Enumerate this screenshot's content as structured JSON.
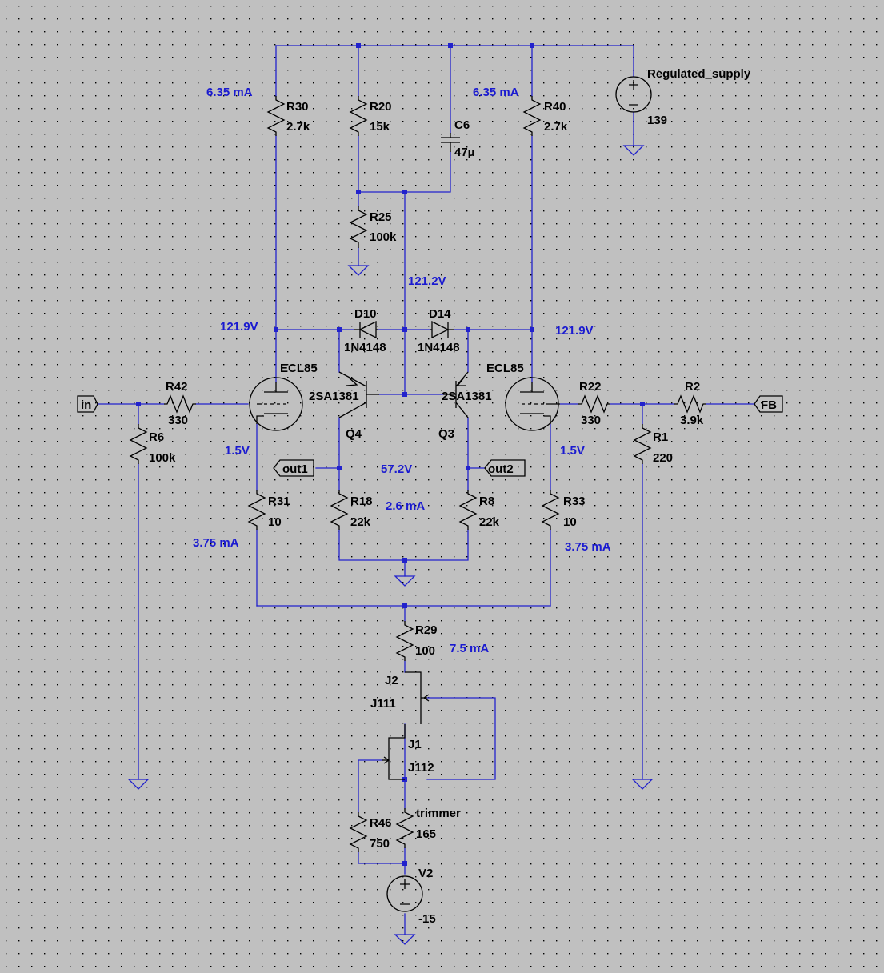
{
  "colors": {
    "background": "#c0c0c0",
    "wire": "#2222cc",
    "component": "#000000",
    "annotation": "#1a1ad0"
  },
  "components": {
    "R30": {
      "name": "R30",
      "value": "2.7k"
    },
    "R20": {
      "name": "R20",
      "value": "15k"
    },
    "C6": {
      "name": "C6",
      "value": "47µ"
    },
    "R40": {
      "name": "R40",
      "value": "2.7k"
    },
    "R25": {
      "name": "R25",
      "value": "100k"
    },
    "V1": {
      "name": "Regulated_supply",
      "value": "139"
    },
    "D10": {
      "name": "D10",
      "value": "1N4148"
    },
    "D14": {
      "name": "D14",
      "value": "1N4148"
    },
    "U1": {
      "name": "ECL85"
    },
    "U2": {
      "name": "ECL85"
    },
    "Q4": {
      "name": "Q4",
      "value": "2SA1381"
    },
    "Q3": {
      "name": "Q3",
      "value": "2SA1381"
    },
    "R42": {
      "name": "R42",
      "value": "330"
    },
    "R6": {
      "name": "R6",
      "value": "100k"
    },
    "R22": {
      "name": "R22",
      "value": "330"
    },
    "R2": {
      "name": "R2",
      "value": "3.9k"
    },
    "R1": {
      "name": "R1",
      "value": "220"
    },
    "R31": {
      "name": "R31",
      "value": "10"
    },
    "R18": {
      "name": "R18",
      "value": "22k"
    },
    "R8": {
      "name": "R8",
      "value": "22k"
    },
    "R33": {
      "name": "R33",
      "value": "10"
    },
    "R29": {
      "name": "R29",
      "value": "100"
    },
    "J2": {
      "name": "J2",
      "value": "J111"
    },
    "J1": {
      "name": "J1",
      "value": "J112"
    },
    "R46": {
      "name": "R46",
      "value": "750"
    },
    "trimmer": {
      "name": "trimmer",
      "value": "165"
    },
    "V2": {
      "name": "V2",
      "value": "-15"
    }
  },
  "ports": {
    "in": "in",
    "fb": "FB",
    "out1": "out1",
    "out2": "out2"
  },
  "annotations": {
    "i_r30": "6.35 mA",
    "i_r40": "6.35 mA",
    "v_mid": "121.2V",
    "v_left_plate": "121.9V",
    "v_right_plate": "121.9V",
    "v_left_cathode": "1.5V",
    "v_right_cathode": "1.5V",
    "v_out": "57.2V",
    "i_r18": "2.6 mA",
    "i_r31": "3.75 mA",
    "i_r33": "3.75 mA",
    "i_tail": "7.5 mA"
  }
}
